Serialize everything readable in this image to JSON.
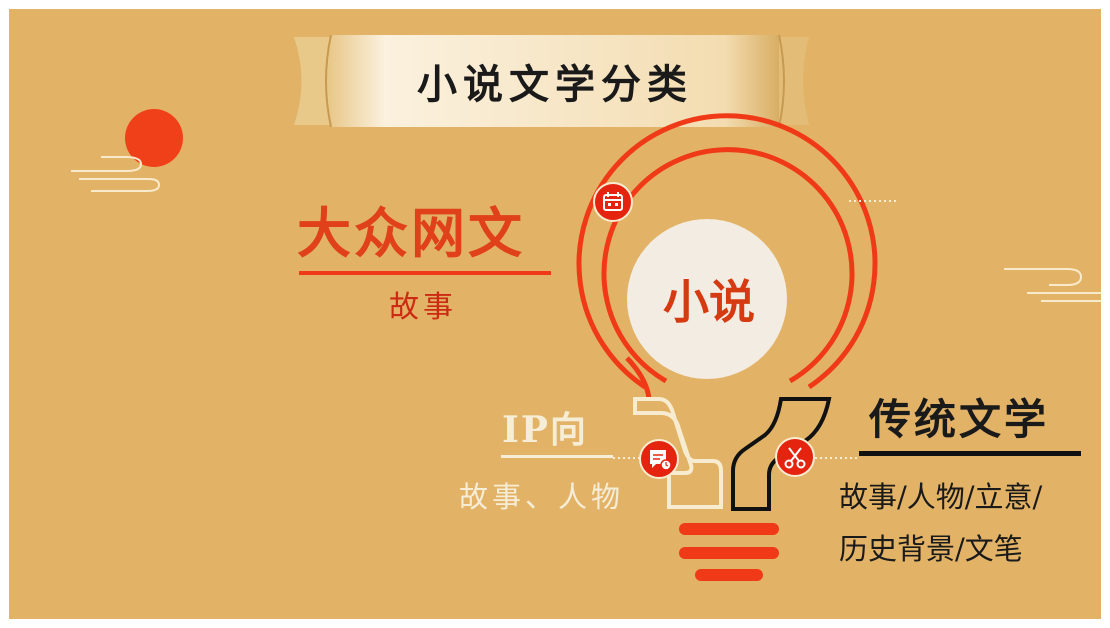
{
  "title": "小说文学分类",
  "center": {
    "label": "小说"
  },
  "branches": {
    "mass": {
      "title": "大众网文",
      "subtitle": "故事",
      "icon": "calendar-icon"
    },
    "ip": {
      "title": "IP向",
      "subtitle": "故事、人物",
      "icon": "message-clock-icon"
    },
    "traditional": {
      "title": "传统文学",
      "lines": [
        "故事/人物/立意/",
        "历史背景/文笔"
      ],
      "icon": "scissors-icon"
    }
  },
  "colors": {
    "background": "#e2b366",
    "accent_red": "#f03a17",
    "dark_text": "#1a1a1a",
    "cream": "#f6edd7"
  }
}
